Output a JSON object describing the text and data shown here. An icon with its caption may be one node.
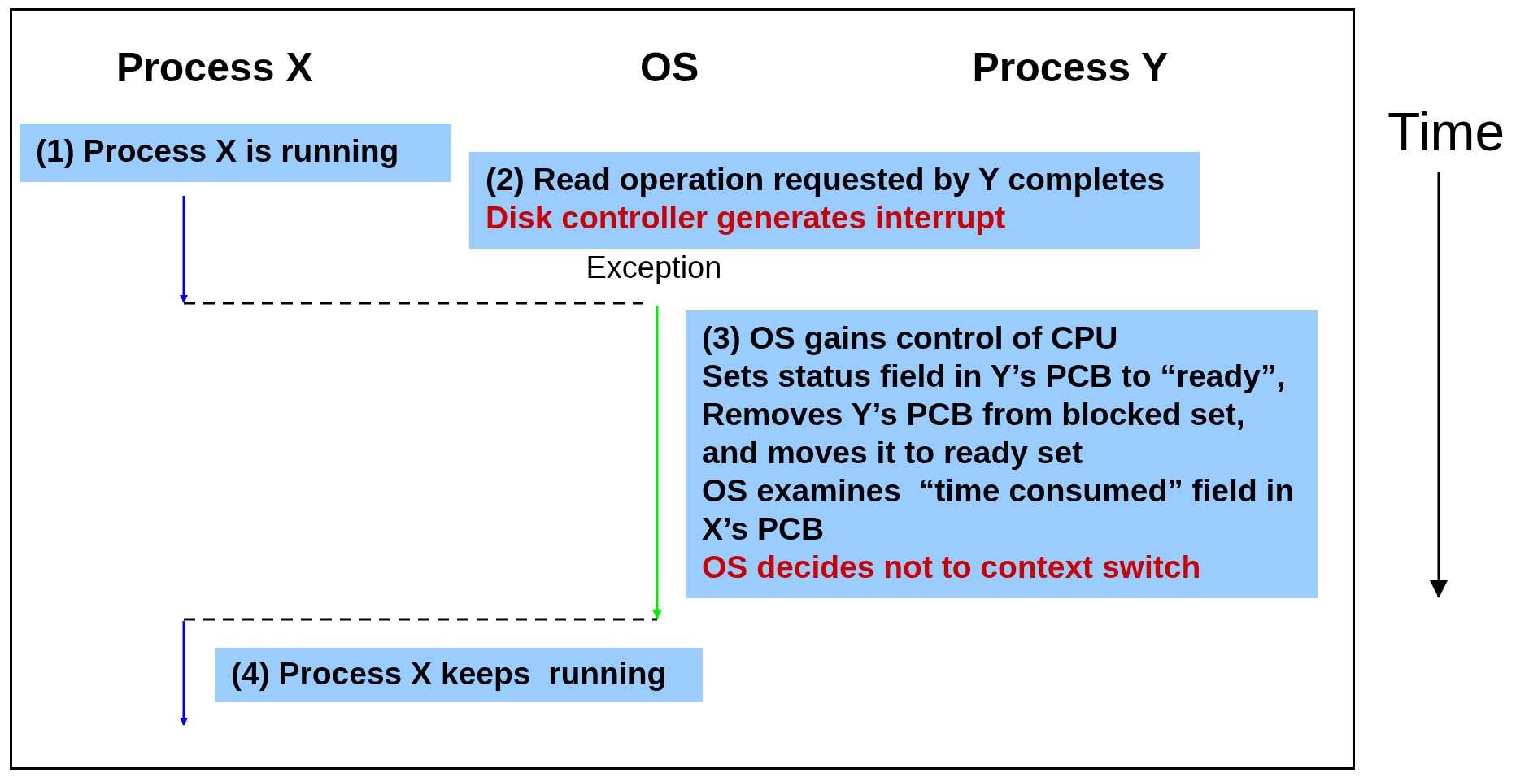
{
  "diagram": {
    "nodes": [
      {
        "text": [
          "(1) Process X is running"
        ]
      },
      {
        "text": [
          "(2) Read operation requested by Y completes",
          "Disk controller generates interrupt"
        ]
      },
      {
        "text": [
          "(3) OS gains control of CPU",
          "Sets status field in Y’s PCB to “ready”,",
          "Removes Y’s PCB from blocked set, and moves it to ready set",
          "OS examines  “time consumed” field in X’s PCB",
          "OS decides not to context switch"
        ]
      },
      {
        "text": [
          "(4) Process X keeps  running"
        ]
      }
    ],
    "edges": [],
    "labels": [
      "Process X",
      "OS",
      "Process Y",
      "Time",
      "Exception"
    ]
  }
}
